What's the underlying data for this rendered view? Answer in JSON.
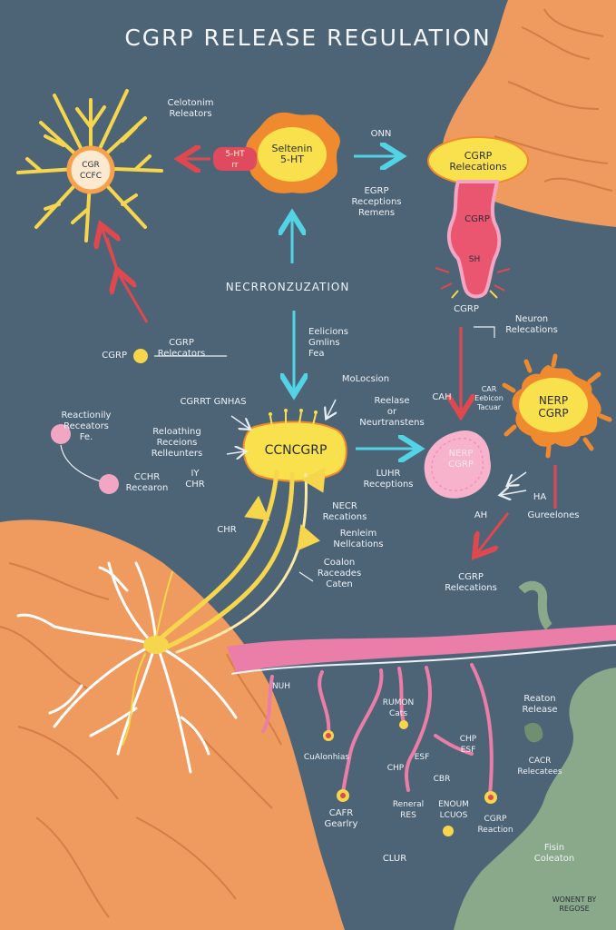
{
  "title": "CGRP RELEASE REGULATION",
  "colors": {
    "background": "#4d6477",
    "tissue": "#ef9a5e",
    "arrow_cyan": "#52d4e4",
    "arrow_red": "#e0484f",
    "yellow": "#f5d64c",
    "pink": "#f3a6c4",
    "vessel": "#ea7ea8",
    "green": "#8aa88a"
  },
  "labels": {
    "celotonim": "Celotonim\nReleators",
    "cgr_cell": "CGR\nCCFC",
    "sht_small": "5-HT\nrr",
    "serotonin": "Seltenin\n5-HT",
    "onn": "ONN",
    "cgrp_top": "CGRP\nRelecations",
    "cgrp_neck": "CGRP",
    "sh": "SH",
    "egrp": "EGRP\nReceptions\nRemens",
    "necr": "NECRRONZUZATION",
    "cgrp_right": "CGRP",
    "neuron_rel": "Neuron\nRelecations",
    "cgrp_relecators_1": "CGRP",
    "cgrp_relecators_2": "CGRP\nRelecators",
    "eelions": "Eelicions\nGmlins\nFea",
    "molocsion": "MoLocsion",
    "cgrrt": "CGRRT GNHAS",
    "release": "Reelase\nor\nNeurtranstens",
    "cah": "CAH",
    "car": "CAR\nEebicon\nTacuar",
    "nerp_sun": "NERP\nCGRP",
    "reactionily": "Reactionily\nReceators\nFe.",
    "reloathing": "Reloathing\nReceions\nRelleunters",
    "cchr": "CCHR\nRecearon",
    "ir_chr": "IY\nCHR",
    "cncgrp": "CCNCGRP",
    "nerp_blob": "NERP\nCGRP",
    "luhr": "LUHR\nReceptions",
    "ha": "HA",
    "gureelones": "Gureelones",
    "chr": "CHR",
    "necr_rec": "NECR\nRecations",
    "renleim": "Renleim\nNellcations",
    "coalon": "Coalon\nRaceades\nCaten",
    "cgrp_relec_bottom": "CGRP\nRelecations",
    "ah": "AH",
    "nuh": "NUH",
    "rumon": "RUMON\nCats",
    "reaton": "Reaton\nRelease",
    "cualonhias": "CuAlonhias",
    "chp": "CHP\nESF",
    "chp2": "CHP",
    "esf": "ESF",
    "cbr": "CBR",
    "cacr": "CACR\nRelecatees",
    "cafr": "CAFR\nGearlry",
    "reneral": "Reneral\nRES",
    "enoum": "ENOUM\nLCUOS",
    "cgrp_reaction": "CGRP\nReaction",
    "clur": "CLUR",
    "fisin": "Fisin\nColeaton",
    "signature": "WONENT BY\nREGOSE"
  }
}
